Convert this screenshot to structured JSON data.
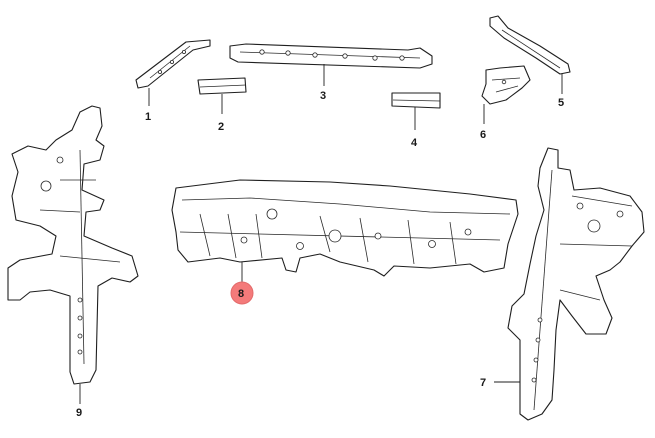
{
  "callouts": {
    "c1": "1",
    "c2": "2",
    "c3": "3",
    "c4": "4",
    "c5": "5",
    "c6": "6",
    "c7": "7",
    "c8": "8",
    "c9": "9"
  },
  "highlight": {
    "part": "8",
    "color": "#f47a7a"
  }
}
